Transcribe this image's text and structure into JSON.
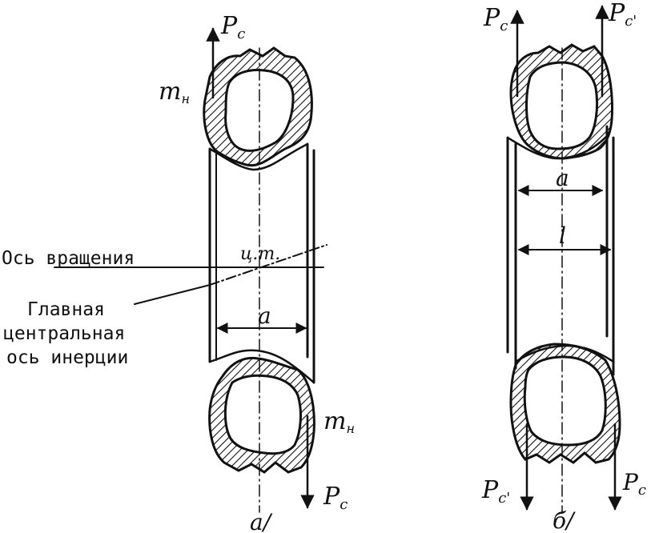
{
  "diagram": {
    "fig_a": {
      "force_top": "P",
      "force_top_sub": "c",
      "force_bottom": "P",
      "force_bottom_sub": "c",
      "mass_top": "m",
      "mass_top_sub": "н",
      "mass_bottom": "m",
      "mass_bottom_sub": "н",
      "center_label": "ц.т.",
      "width_label": "a",
      "caption": "а/"
    },
    "fig_b": {
      "force_top_left": "P",
      "force_top_left_sub": "c",
      "force_top_right": "P",
      "force_top_right_sub": "c'",
      "force_bottom_left": "P",
      "force_bottom_left_sub": "c'",
      "force_bottom_right": "P",
      "force_bottom_right_sub": "c",
      "width_label_a": "a",
      "width_label_l": "l",
      "caption": "б/"
    },
    "annotations": {
      "rotation_axis": "Ось вращения",
      "principal_axis_line1": "Главная",
      "principal_axis_line2": "центральная",
      "principal_axis_line3": "ось инерции"
    }
  }
}
